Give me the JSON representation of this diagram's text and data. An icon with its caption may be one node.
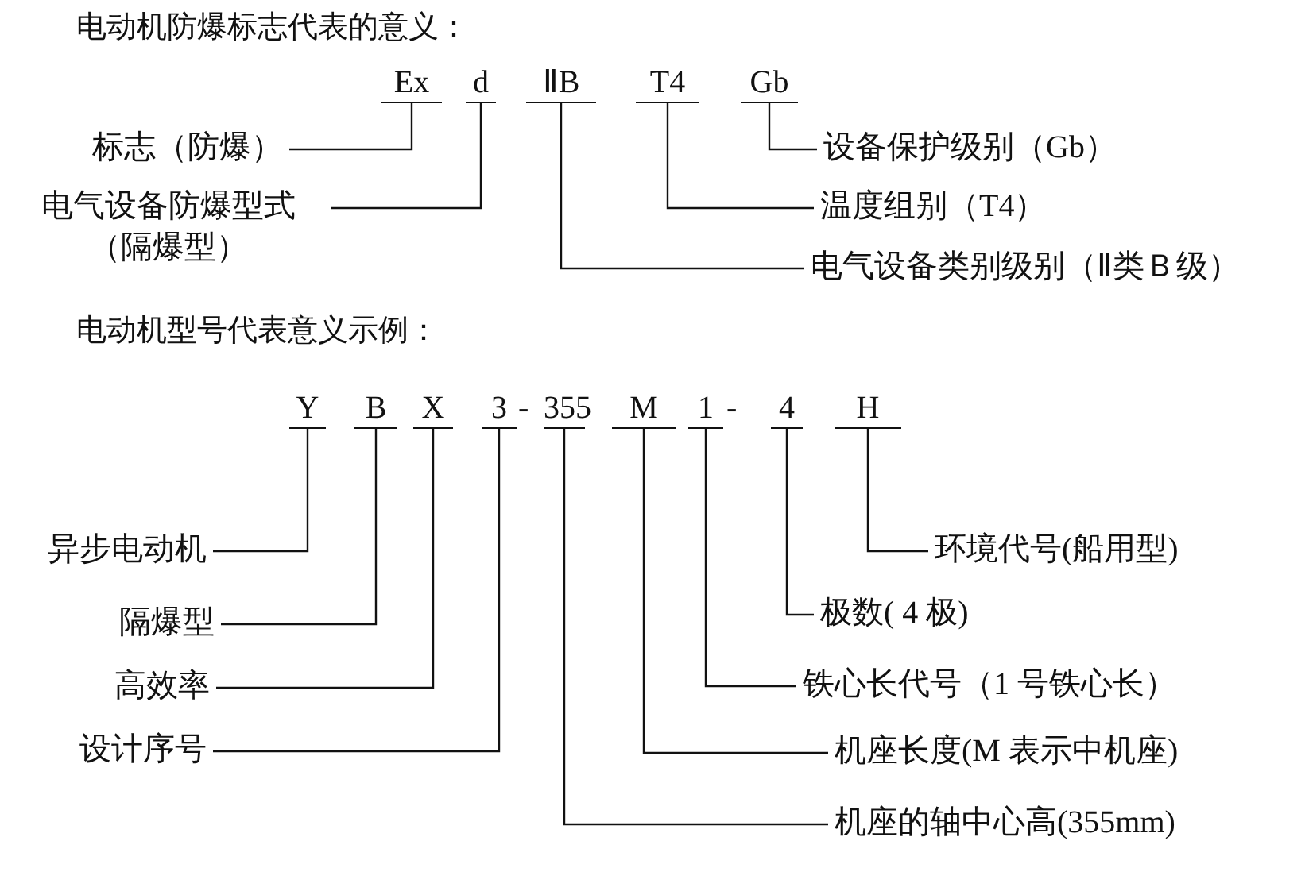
{
  "diagram": {
    "nodes": [
      {
        "text": [
          "Ex"
        ]
      },
      {
        "text": [
          "d"
        ]
      },
      {
        "text": [
          "ⅡB"
        ]
      },
      {
        "text": [
          "T4"
        ]
      },
      {
        "text": [
          "Gb"
        ]
      },
      {
        "text": [
          "标志（防爆）"
        ]
      },
      {
        "text": [
          "设备保护级别（Gb）"
        ]
      },
      {
        "text": [
          "电气设备防爆型式（隔爆型）"
        ]
      },
      {
        "text": [
          "温度组别（T4）"
        ]
      },
      {
        "text": [
          "电气设备类别级别（Ⅱ类Ｂ级）"
        ]
      },
      {
        "text": [
          "Y"
        ]
      },
      {
        "text": [
          "B"
        ]
      },
      {
        "text": [
          "X"
        ]
      },
      {
        "text": [
          "3"
        ]
      },
      {
        "text": [
          "355"
        ]
      },
      {
        "text": [
          "M"
        ]
      },
      {
        "text": [
          "1"
        ]
      },
      {
        "text": [
          "4"
        ]
      },
      {
        "text": [
          "H"
        ]
      },
      {
        "text": [
          "异步电动机"
        ]
      },
      {
        "text": [
          "环境代号(船用型)"
        ]
      },
      {
        "text": [
          "隔爆型"
        ]
      },
      {
        "text": [
          "极数( 4 极)"
        ]
      },
      {
        "text": [
          "高效率"
        ]
      },
      {
        "text": [
          "铁心长代号（1 号铁心长）"
        ]
      },
      {
        "text": [
          "设计序号"
        ]
      },
      {
        "text": [
          "机座长度(M 表示中机座)"
        ]
      },
      {
        "text": [
          "机座的轴中心高(355mm)"
        ]
      }
    ],
    "edges": [
      {
        "from": 5,
        "to": 0,
        "arrow": "none"
      },
      {
        "from": 6,
        "to": 4,
        "arrow": "none"
      },
      {
        "from": 7,
        "to": 1,
        "arrow": "none"
      },
      {
        "from": 8,
        "to": 3,
        "arrow": "none"
      },
      {
        "from": 9,
        "to": 2,
        "arrow": "none"
      },
      {
        "from": 19,
        "to": 10,
        "arrow": "none"
      },
      {
        "from": 20,
        "to": 18,
        "arrow": "none"
      },
      {
        "from": 21,
        "to": 11,
        "arrow": "none"
      },
      {
        "from": 22,
        "to": 17,
        "arrow": "none"
      },
      {
        "from": 23,
        "to": 12,
        "arrow": "none"
      },
      {
        "from": 24,
        "to": 16,
        "arrow": "none"
      },
      {
        "from": 25,
        "to": 13,
        "arrow": "none"
      },
      {
        "from": 26,
        "to": 15,
        "arrow": "none"
      },
      {
        "from": 27,
        "to": 14,
        "arrow": "none"
      }
    ],
    "labels": [
      "电动机防爆标志代表的意义：",
      "电动机型号代表意义示例：",
      "-",
      "-"
    ]
  }
}
